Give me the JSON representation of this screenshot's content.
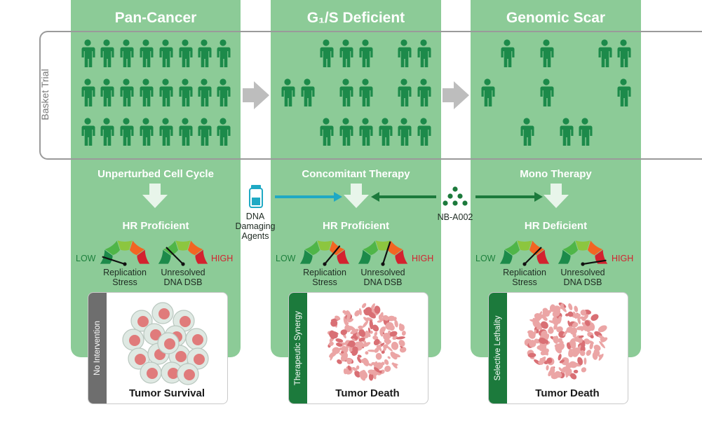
{
  "columns": [
    {
      "title": "Pan-Cancer",
      "sub": "Unperturbed Cell Cycle",
      "hr": "HR Proficient",
      "card_tab": "No Intervention",
      "card_label": "Tumor Survival"
    },
    {
      "title": "G₁/S Deficient",
      "sub": "Concomitant Therapy",
      "hr": "HR Proficient",
      "card_tab": "Therapeutic Synergy",
      "card_label": "Tumor Death"
    },
    {
      "title": "Genomic Scar",
      "sub": "Mono Therapy",
      "hr": "HR Deficient",
      "card_tab": "Selective Lethality",
      "card_label": "Tumor Death"
    }
  ],
  "basket_label": "Basket Trial",
  "gauge_labels": {
    "low": "LOW",
    "high": "HIGH",
    "replication": [
      "Replication",
      "Stress"
    ],
    "dsb": [
      "Unresolved",
      "DNA DSB"
    ]
  },
  "dna_agents": [
    "DNA",
    "Damaging",
    "Agents"
  ],
  "drug": "NB-A002",
  "gauge_levels": {
    "col1": {
      "replication": 0.1,
      "dsb": 0.25
    },
    "col2": {
      "replication": 0.72,
      "dsb": 0.6
    },
    "col3": {
      "replication": 0.75,
      "dsb": 0.95
    }
  },
  "colors": {
    "panel": "#8ccb97",
    "person": "#1c8a4a",
    "tab_grey": "#6e6e6e",
    "tab_green": "#1c7a3c",
    "cyan": "#1fa9c4",
    "dark_green": "#1c7a3c"
  }
}
